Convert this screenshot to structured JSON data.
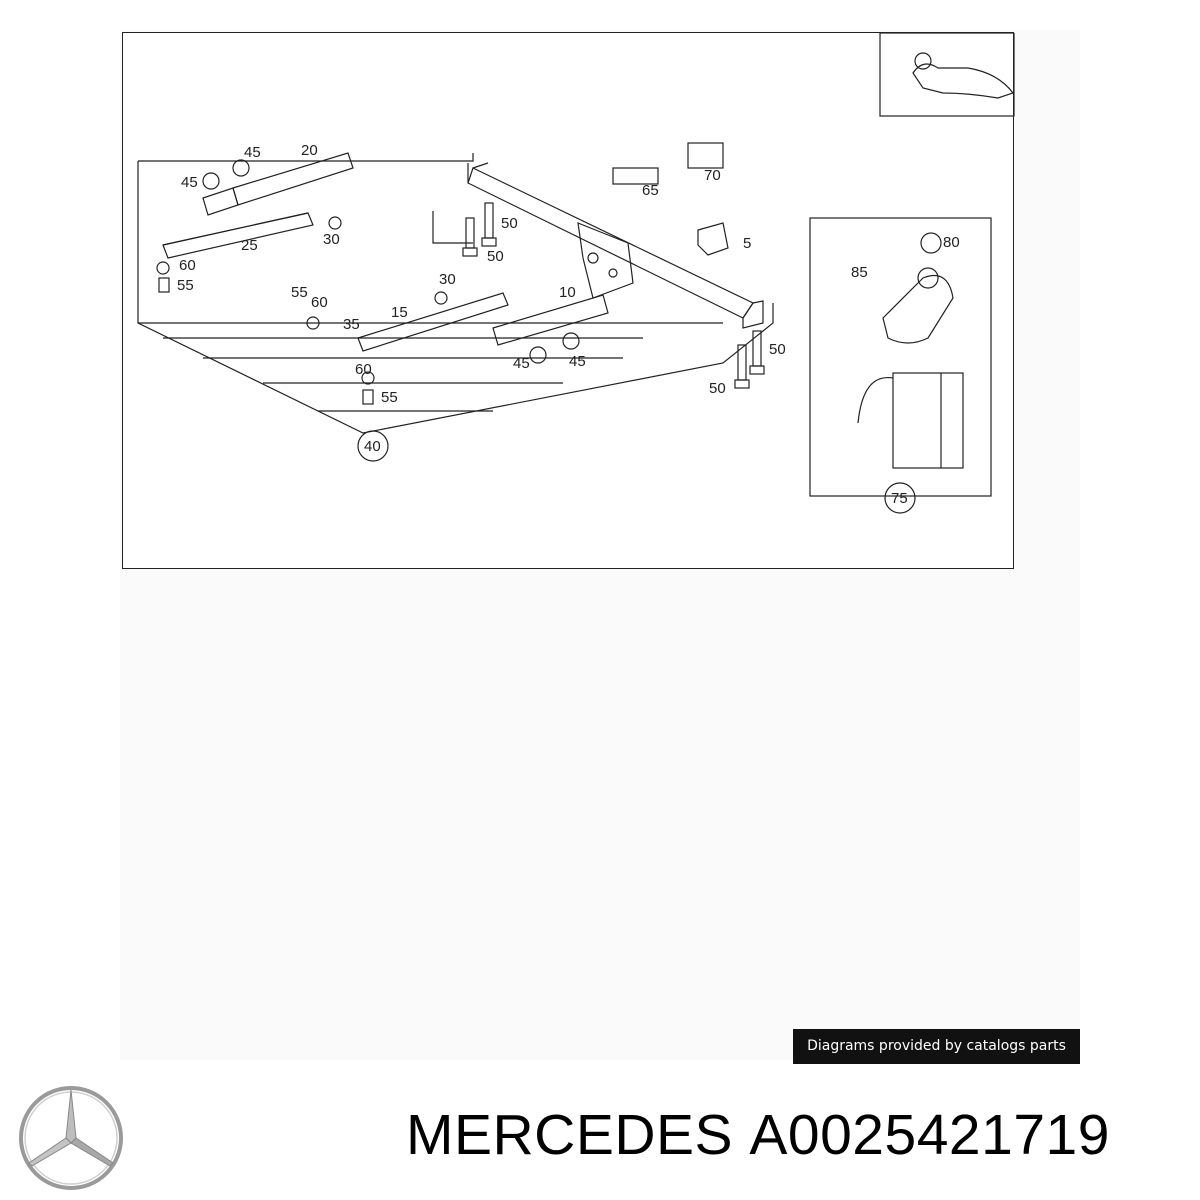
{
  "diagram": {
    "labels": {
      "l5": "5",
      "l10": "10",
      "l15": "15",
      "l20": "20",
      "l25": "25",
      "l30a": "30",
      "l30b": "30",
      "l35": "35",
      "l40": "40",
      "l45a": "45",
      "l45b": "45",
      "l45c": "45",
      "l45d": "45",
      "l50a": "50",
      "l50b": "50",
      "l50c": "50",
      "l50d": "50",
      "l55a": "55",
      "l55b": "55",
      "l55c": "55",
      "l60a": "60",
      "l60b": "60",
      "l60c": "60",
      "l65": "65",
      "l70": "70",
      "l75": "75",
      "l80": "80",
      "l85": "85"
    }
  },
  "credit": {
    "text": "Diagrams provided by catalogs parts"
  },
  "brand": {
    "name": "MERCEDES",
    "part_number": "A0025421719",
    "logo_icon": "mercedes-star-icon"
  },
  "colors": {
    "line": "#222222",
    "credit_bg": "#111111",
    "credit_text": "#ffffff"
  }
}
